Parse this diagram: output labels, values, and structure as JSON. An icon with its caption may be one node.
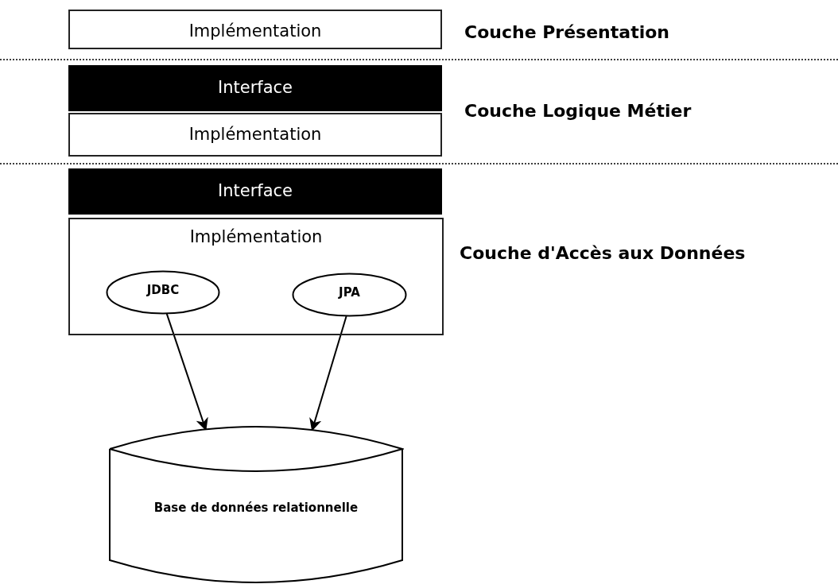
{
  "diagram": {
    "nodes": [
      {
        "text": [
          "Implémentation"
        ]
      },
      {
        "text": [
          "Interface"
        ]
      },
      {
        "text": [
          "Implémentation"
        ]
      },
      {
        "text": [
          "Interface"
        ]
      },
      {
        "text": [
          "Implémentation"
        ]
      },
      {
        "text": [
          "JDBC"
        ],
        "in": 4
      },
      {
        "text": [
          "JPA"
        ],
        "in": 4
      },
      {
        "text": [
          "Base de données relationnelle"
        ]
      }
    ],
    "edges": [
      {
        "from": 5,
        "to": 7,
        "arrow": "to"
      },
      {
        "from": 6,
        "to": 7,
        "arrow": "to"
      }
    ],
    "labels": [
      "Couche Présentation",
      "Couche Logique Métier",
      "Couche d'Accès aux Données"
    ]
  }
}
